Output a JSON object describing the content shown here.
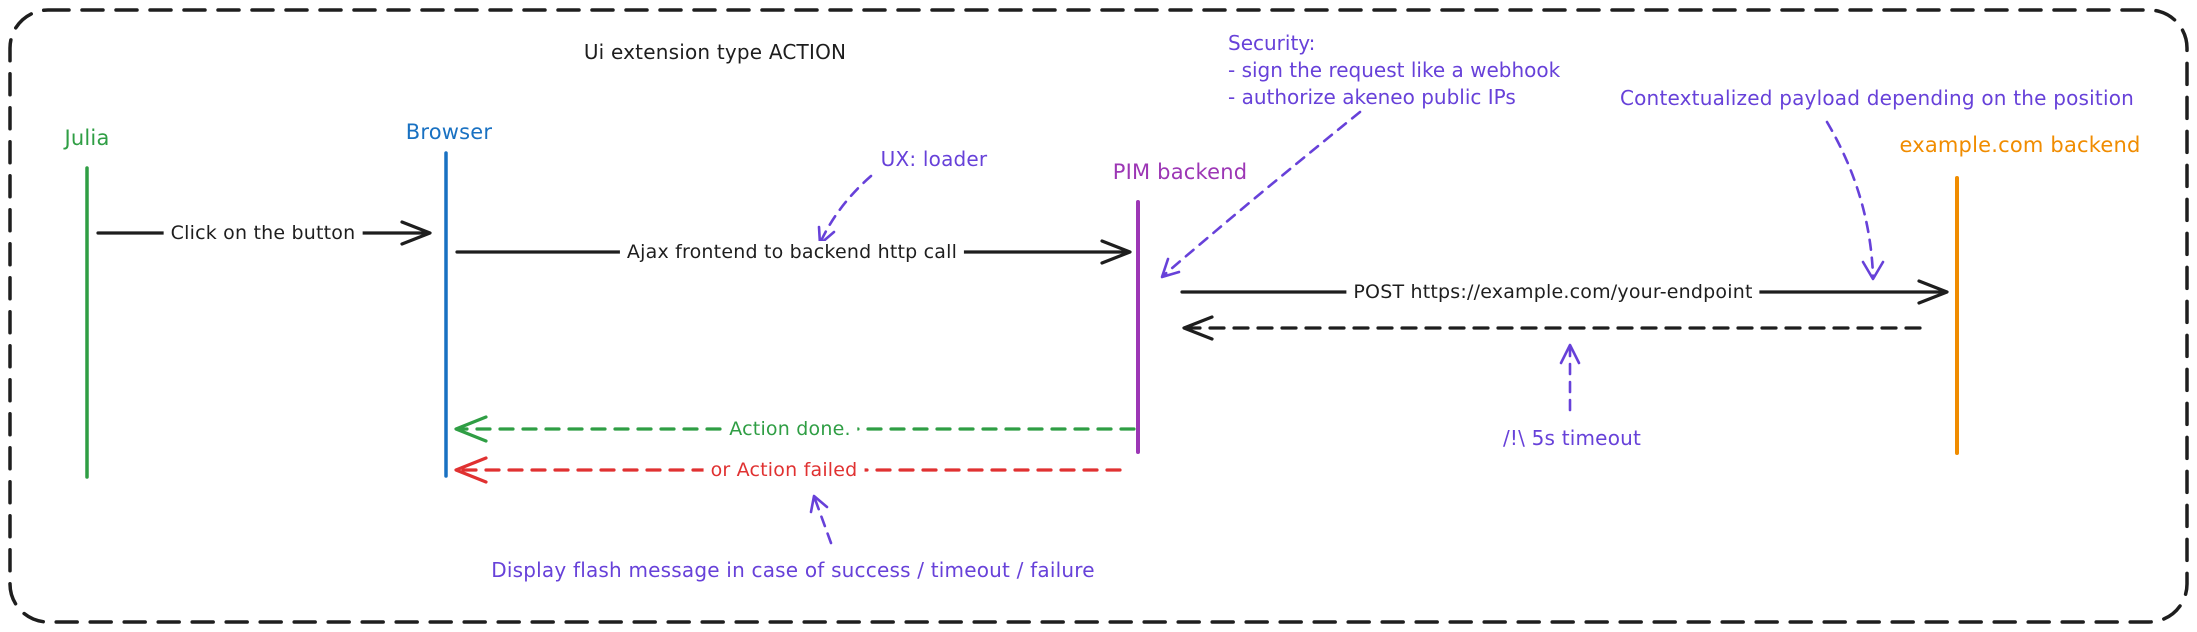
{
  "diagram": {
    "title": "Ui extension type ACTION",
    "actors": [
      {
        "name": "Julia",
        "color": "#2f9e44"
      },
      {
        "name": "Browser",
        "color": "#1971c2"
      },
      {
        "name": "PIM backend",
        "color": "#9c36b5"
      },
      {
        "name": "example.com backend",
        "color": "#f08c00"
      }
    ],
    "messages": [
      {
        "from": "Julia",
        "to": "Browser",
        "label": "Click on the button",
        "style": "solid",
        "color": "#1e1e1e"
      },
      {
        "from": "Browser",
        "to": "PIM backend",
        "label": "Ajax frontend to backend http call",
        "style": "solid",
        "color": "#1e1e1e"
      },
      {
        "from": "PIM backend",
        "to": "example.com backend",
        "label": "POST https://example.com/your-endpoint",
        "style": "solid",
        "color": "#1e1e1e"
      },
      {
        "from": "example.com backend",
        "to": "PIM backend",
        "label": "",
        "style": "dashed",
        "color": "#1e1e1e"
      },
      {
        "from": "PIM backend",
        "to": "Browser",
        "label": "Action done.",
        "style": "dashed",
        "color": "#2f9e44"
      },
      {
        "from": "PIM backend",
        "to": "Browser",
        "label": "or Action failed",
        "style": "dashed",
        "color": "#e03131"
      }
    ],
    "annotations": {
      "ux_loader": "UX: loader",
      "security": {
        "heading": "Security:",
        "items": [
          "- sign the request like a webhook",
          "- authorize akeneo public IPs"
        ]
      },
      "contextualized": "Contextualized payload depending on the position",
      "timeout": "/!\\ 5s timeout",
      "flash": "Display flash message in case of success / timeout / failure"
    },
    "palette": {
      "ink": "#1e1e1e",
      "annotation": "#6741d9",
      "success": "#2f9e44",
      "failure": "#e03131",
      "browser": "#1971c2",
      "pim": "#9c36b5",
      "external": "#f08c00",
      "background": "#ffffff"
    }
  }
}
